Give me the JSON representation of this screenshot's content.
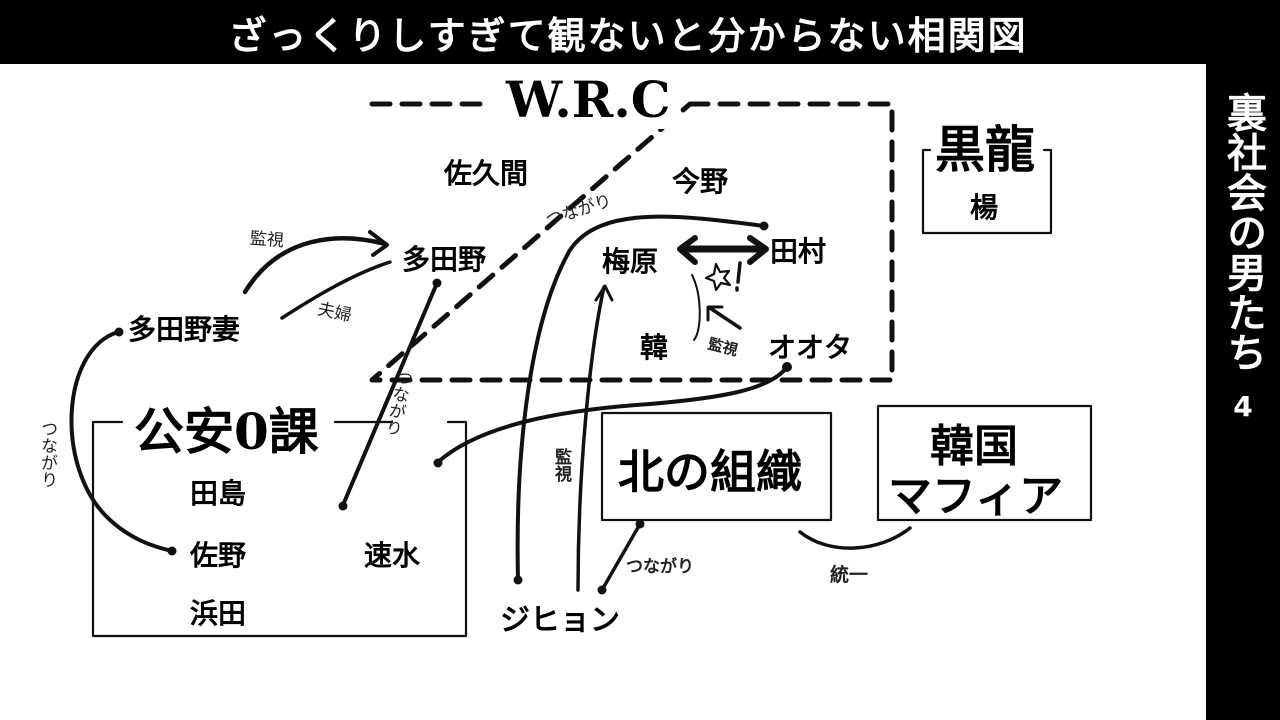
{
  "header": {
    "title": "ざっくりしすぎて観ないと分からない相関図"
  },
  "sidebar": {
    "title": "裏社会の男たち",
    "page_number": "4"
  },
  "diagram": {
    "groups": {
      "wrc": {
        "label": "W.R.C",
        "style": "dashed",
        "members": [
          "佐久間",
          "今野",
          "多田野",
          "梅原",
          "田村",
          "韓",
          "オオタ"
        ]
      },
      "kokuryu": {
        "label": "黒龍",
        "members": [
          "楊"
        ]
      },
      "koan0ka": {
        "label": "公安0課",
        "members": [
          "田島",
          "佐野",
          "浜田",
          "速水"
        ]
      },
      "kita": {
        "label": "北の組織"
      },
      "kankoku_mafia": {
        "label_line1": "韓国",
        "label_line2": "マフィア"
      }
    },
    "people": {
      "sakuma": "佐久間",
      "konno": "今野",
      "tadano": "多田野",
      "umehara": "梅原",
      "tamura": "田村",
      "kan": "韓",
      "oota": "オオタ",
      "you": "楊",
      "tadano_tsuma": "多田野妻",
      "tajima": "田島",
      "sano": "佐野",
      "hamada": "浜田",
      "hayami": "速水",
      "jihyon": "ジヒョン"
    },
    "relations": {
      "kanshi_tadano": "監視",
      "fuufu": "夫婦",
      "tsunagari_tsuma_sano": "つながり",
      "tsunagari_tadano_koan": "つながり",
      "tsunagari_jihyon_tamura": "つながり",
      "conflict_mark": "☆!",
      "kanshi_oota_kan": "監視",
      "kanshi_jihyon_umehara": "監視",
      "tsunagari_kita_jihyon": "つながり",
      "touitsu": "統一"
    }
  }
}
